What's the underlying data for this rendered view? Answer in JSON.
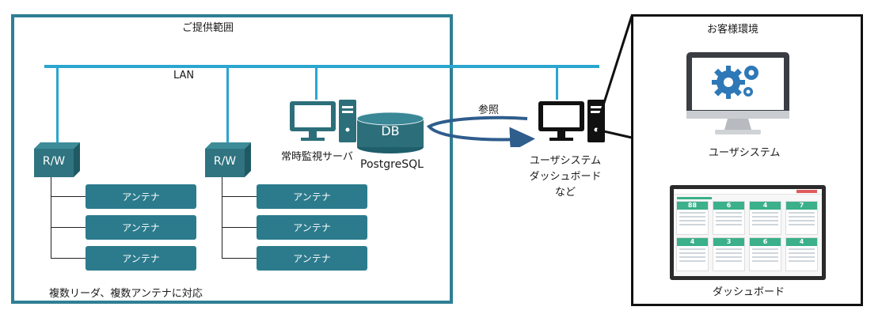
{
  "provided_scope": {
    "title": "ご提供範囲",
    "lan_label": "LAN",
    "reader_label": "R/W",
    "antenna_label": "アンテナ",
    "server_label": "常時監視サーバ",
    "db_label": "DB",
    "db_engine": "PostgreSQL",
    "footnote": "複数リーダ、複数アンテナに対応"
  },
  "reference_label": "参照",
  "user_system_node": {
    "lines": [
      "ユーザシステム",
      "ダッシュボード",
      "など"
    ]
  },
  "client_env": {
    "title": "お客様環境",
    "user_system_label": "ユーザシステム",
    "dashboard_label": "ダッシュボード",
    "dashboard_cards": [
      "88",
      "6",
      "4",
      "7",
      "4",
      "3",
      "6",
      "4"
    ]
  },
  "colors": {
    "teal_border": "#2f7f93",
    "lan_blue": "#2aa6cf",
    "node_teal": "#2c7b8d",
    "card_green": "#3bb08a"
  }
}
